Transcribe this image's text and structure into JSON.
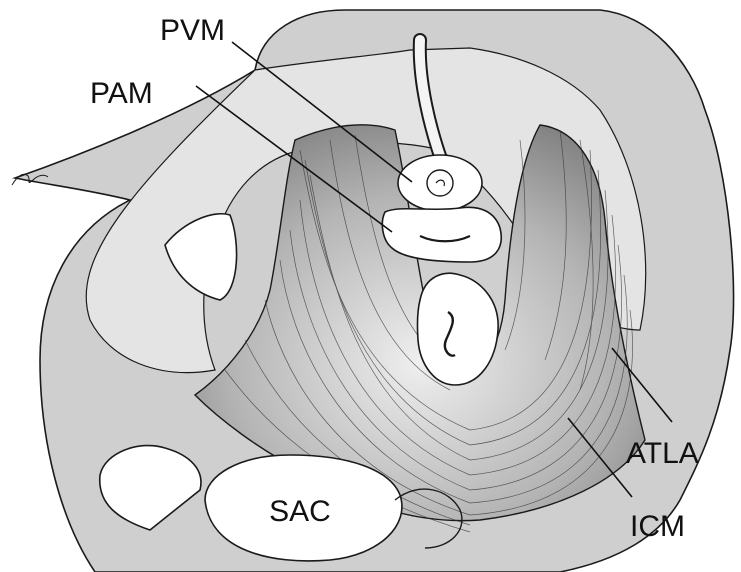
{
  "labels": {
    "pvm": "PVM",
    "pam": "PAM",
    "atla": "ATLA",
    "icm": "ICM",
    "sac": "SAC"
  },
  "colors": {
    "background": "#ffffff",
    "pelvic_fill": "#cfcfcf",
    "muscle_fill": "#bdbdbd",
    "outline": "#1a1a1a"
  }
}
